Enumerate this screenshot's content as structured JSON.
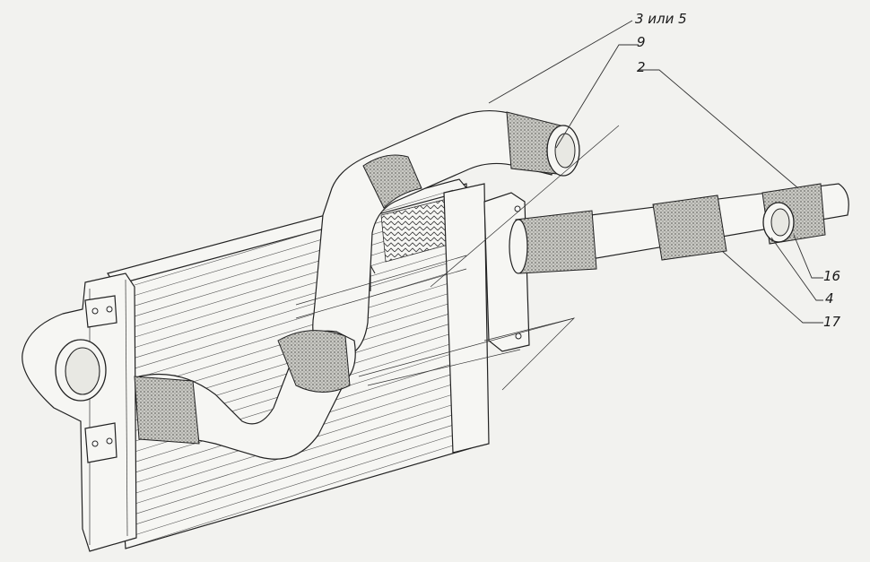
{
  "diagram": {
    "callouts": [
      {
        "id": "c1",
        "label": "3 или 5"
      },
      {
        "id": "c2",
        "label": "9"
      },
      {
        "id": "c3",
        "label": "2"
      },
      {
        "id": "c4",
        "label": "16"
      },
      {
        "id": "c5",
        "label": "4"
      },
      {
        "id": "c6",
        "label": "17"
      }
    ]
  },
  "colors": {
    "background": "#f2f2ef",
    "line": "#222222",
    "sleeve_texture": "#7a7a7a"
  }
}
